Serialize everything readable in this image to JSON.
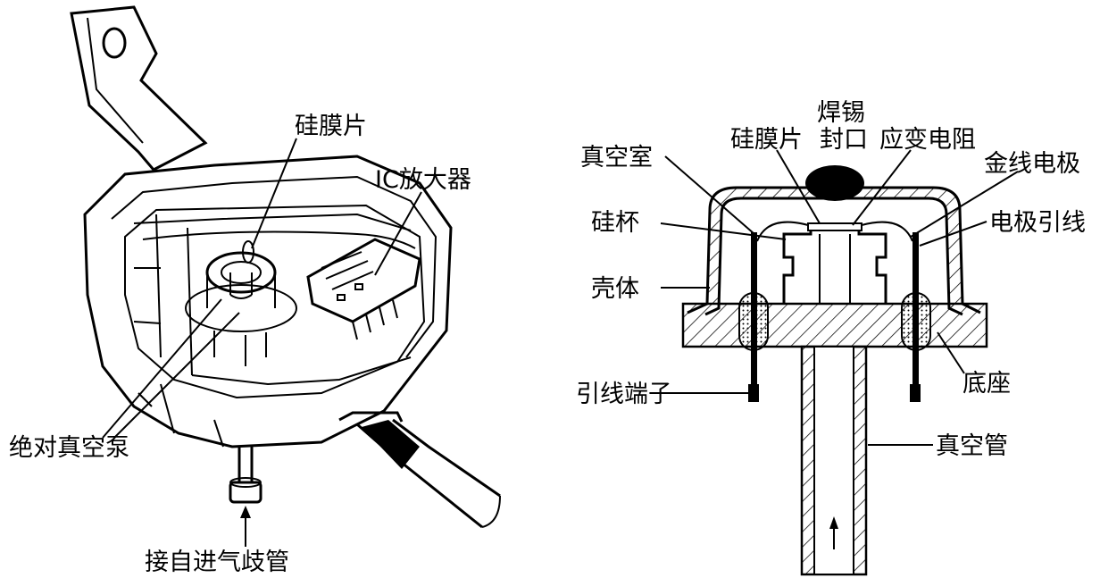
{
  "left_diagram": {
    "labels": {
      "silicon_diaphragm": "硅膜片",
      "ic_amplifier": "IC放大器",
      "absolute_vacuum_pump": "绝对真空泵",
      "from_intake_manifold": "接自进气歧管"
    }
  },
  "right_diagram": {
    "labels": {
      "solder_seal_line1": "焊锡",
      "solder_seal_line2": "封口",
      "silicon_diaphragm": "硅膜片",
      "strain_resistor": "应变电阻",
      "vacuum_chamber": "真空室",
      "gold_wire_electrode": "金线电极",
      "silicon_cup": "硅杯",
      "electrode_lead": "电极引线",
      "housing": "壳体",
      "base": "底座",
      "lead_terminal": "引线端子",
      "vacuum_tube": "真空管"
    }
  }
}
